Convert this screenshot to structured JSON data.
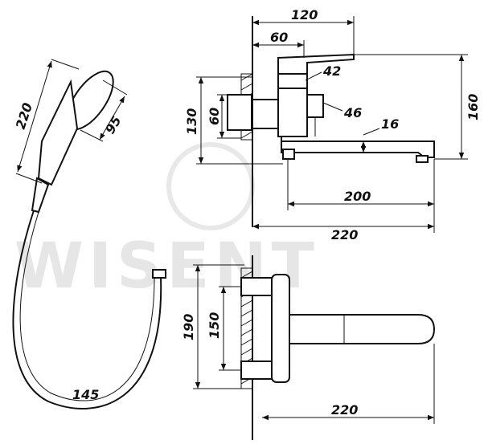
{
  "watermark": {
    "brand": "WISENT"
  },
  "dimensions": {
    "top_width_total": "120",
    "top_width_partial": "60",
    "label_42": "42",
    "label_46": "46",
    "label_16": "16",
    "height_130": "130",
    "height_60": "60",
    "height_160": "160",
    "spout_200": "200",
    "overall_220_side": "220",
    "height_190": "190",
    "height_150": "150",
    "overall_220_top": "220",
    "handshower_length": "220",
    "handshower_head": "95",
    "hose_145": "145"
  }
}
